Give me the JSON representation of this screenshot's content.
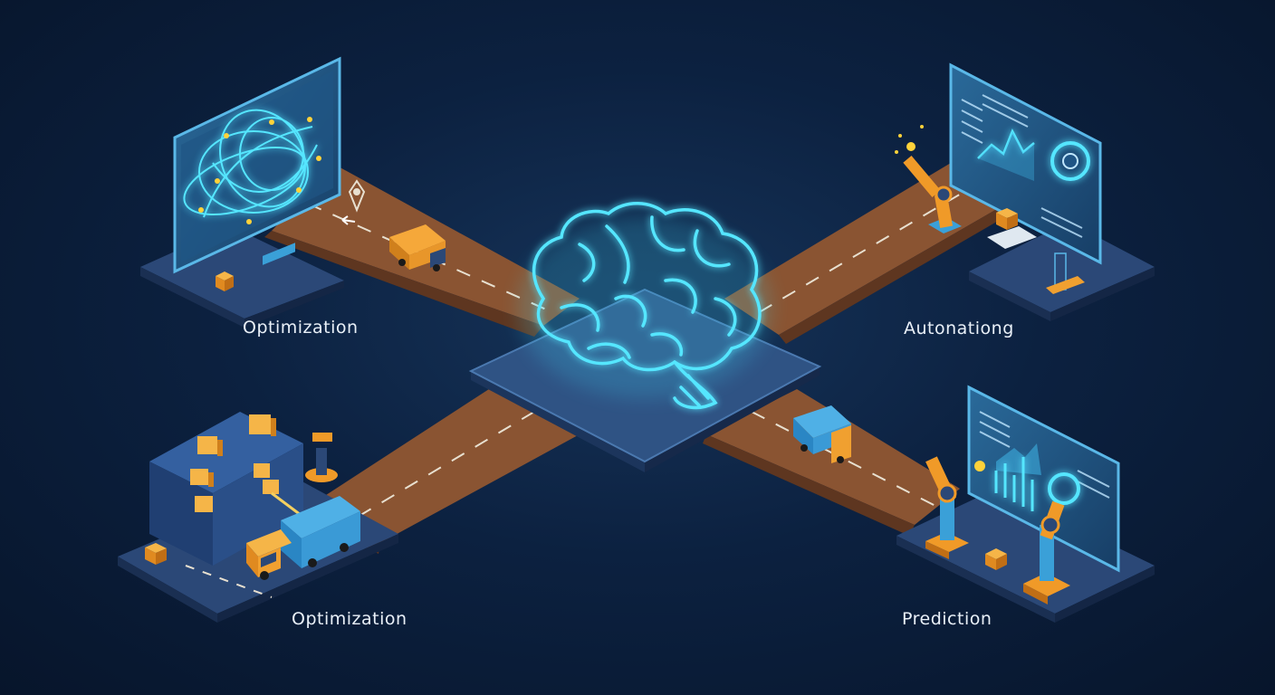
{
  "labels": {
    "top_left": "Optimization",
    "top_right": "Autonationg",
    "bottom_left": "Optimization",
    "bottom_right": "Prediction"
  },
  "colors": {
    "background": "#0c2140",
    "road": "#8a5432",
    "platform": "#2b4877",
    "glow": "#3fe0ff",
    "truck_orange": "#f0a030",
    "truck_blue": "#3aa0d8",
    "robot_orange": "#f09a28"
  },
  "icons": {
    "center": "brain-icon",
    "top_left": "route-network-icon",
    "top_right": "dashboard-icon",
    "bottom_left": "warehouse-icon",
    "bottom_right": "robot-arm-icon"
  }
}
